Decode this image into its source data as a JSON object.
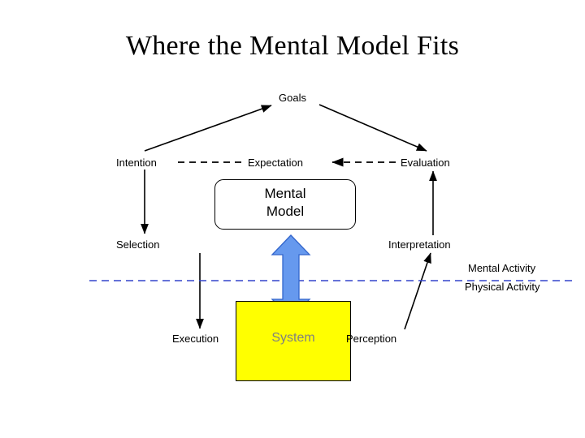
{
  "title": "Where the Mental Model Fits",
  "nodes": {
    "goals": "Goals",
    "intention": "Intention",
    "expectation": "Expectation",
    "evaluation": "Evaluation",
    "mental_model_line1": "Mental",
    "mental_model_line2": "Model",
    "selection": "Selection",
    "interpretation": "Interpretation",
    "mental_activity": "Mental Activity",
    "physical_activity": "Physical Activity",
    "execution": "Execution",
    "system": "System",
    "perception": "Perception"
  },
  "colors": {
    "system_fill": "#ffff00",
    "system_label": "#808080",
    "big_arrow_fill": "#6699ee",
    "big_arrow_stroke": "#3366cc",
    "divider": "#3344cc",
    "line": "#000000"
  }
}
